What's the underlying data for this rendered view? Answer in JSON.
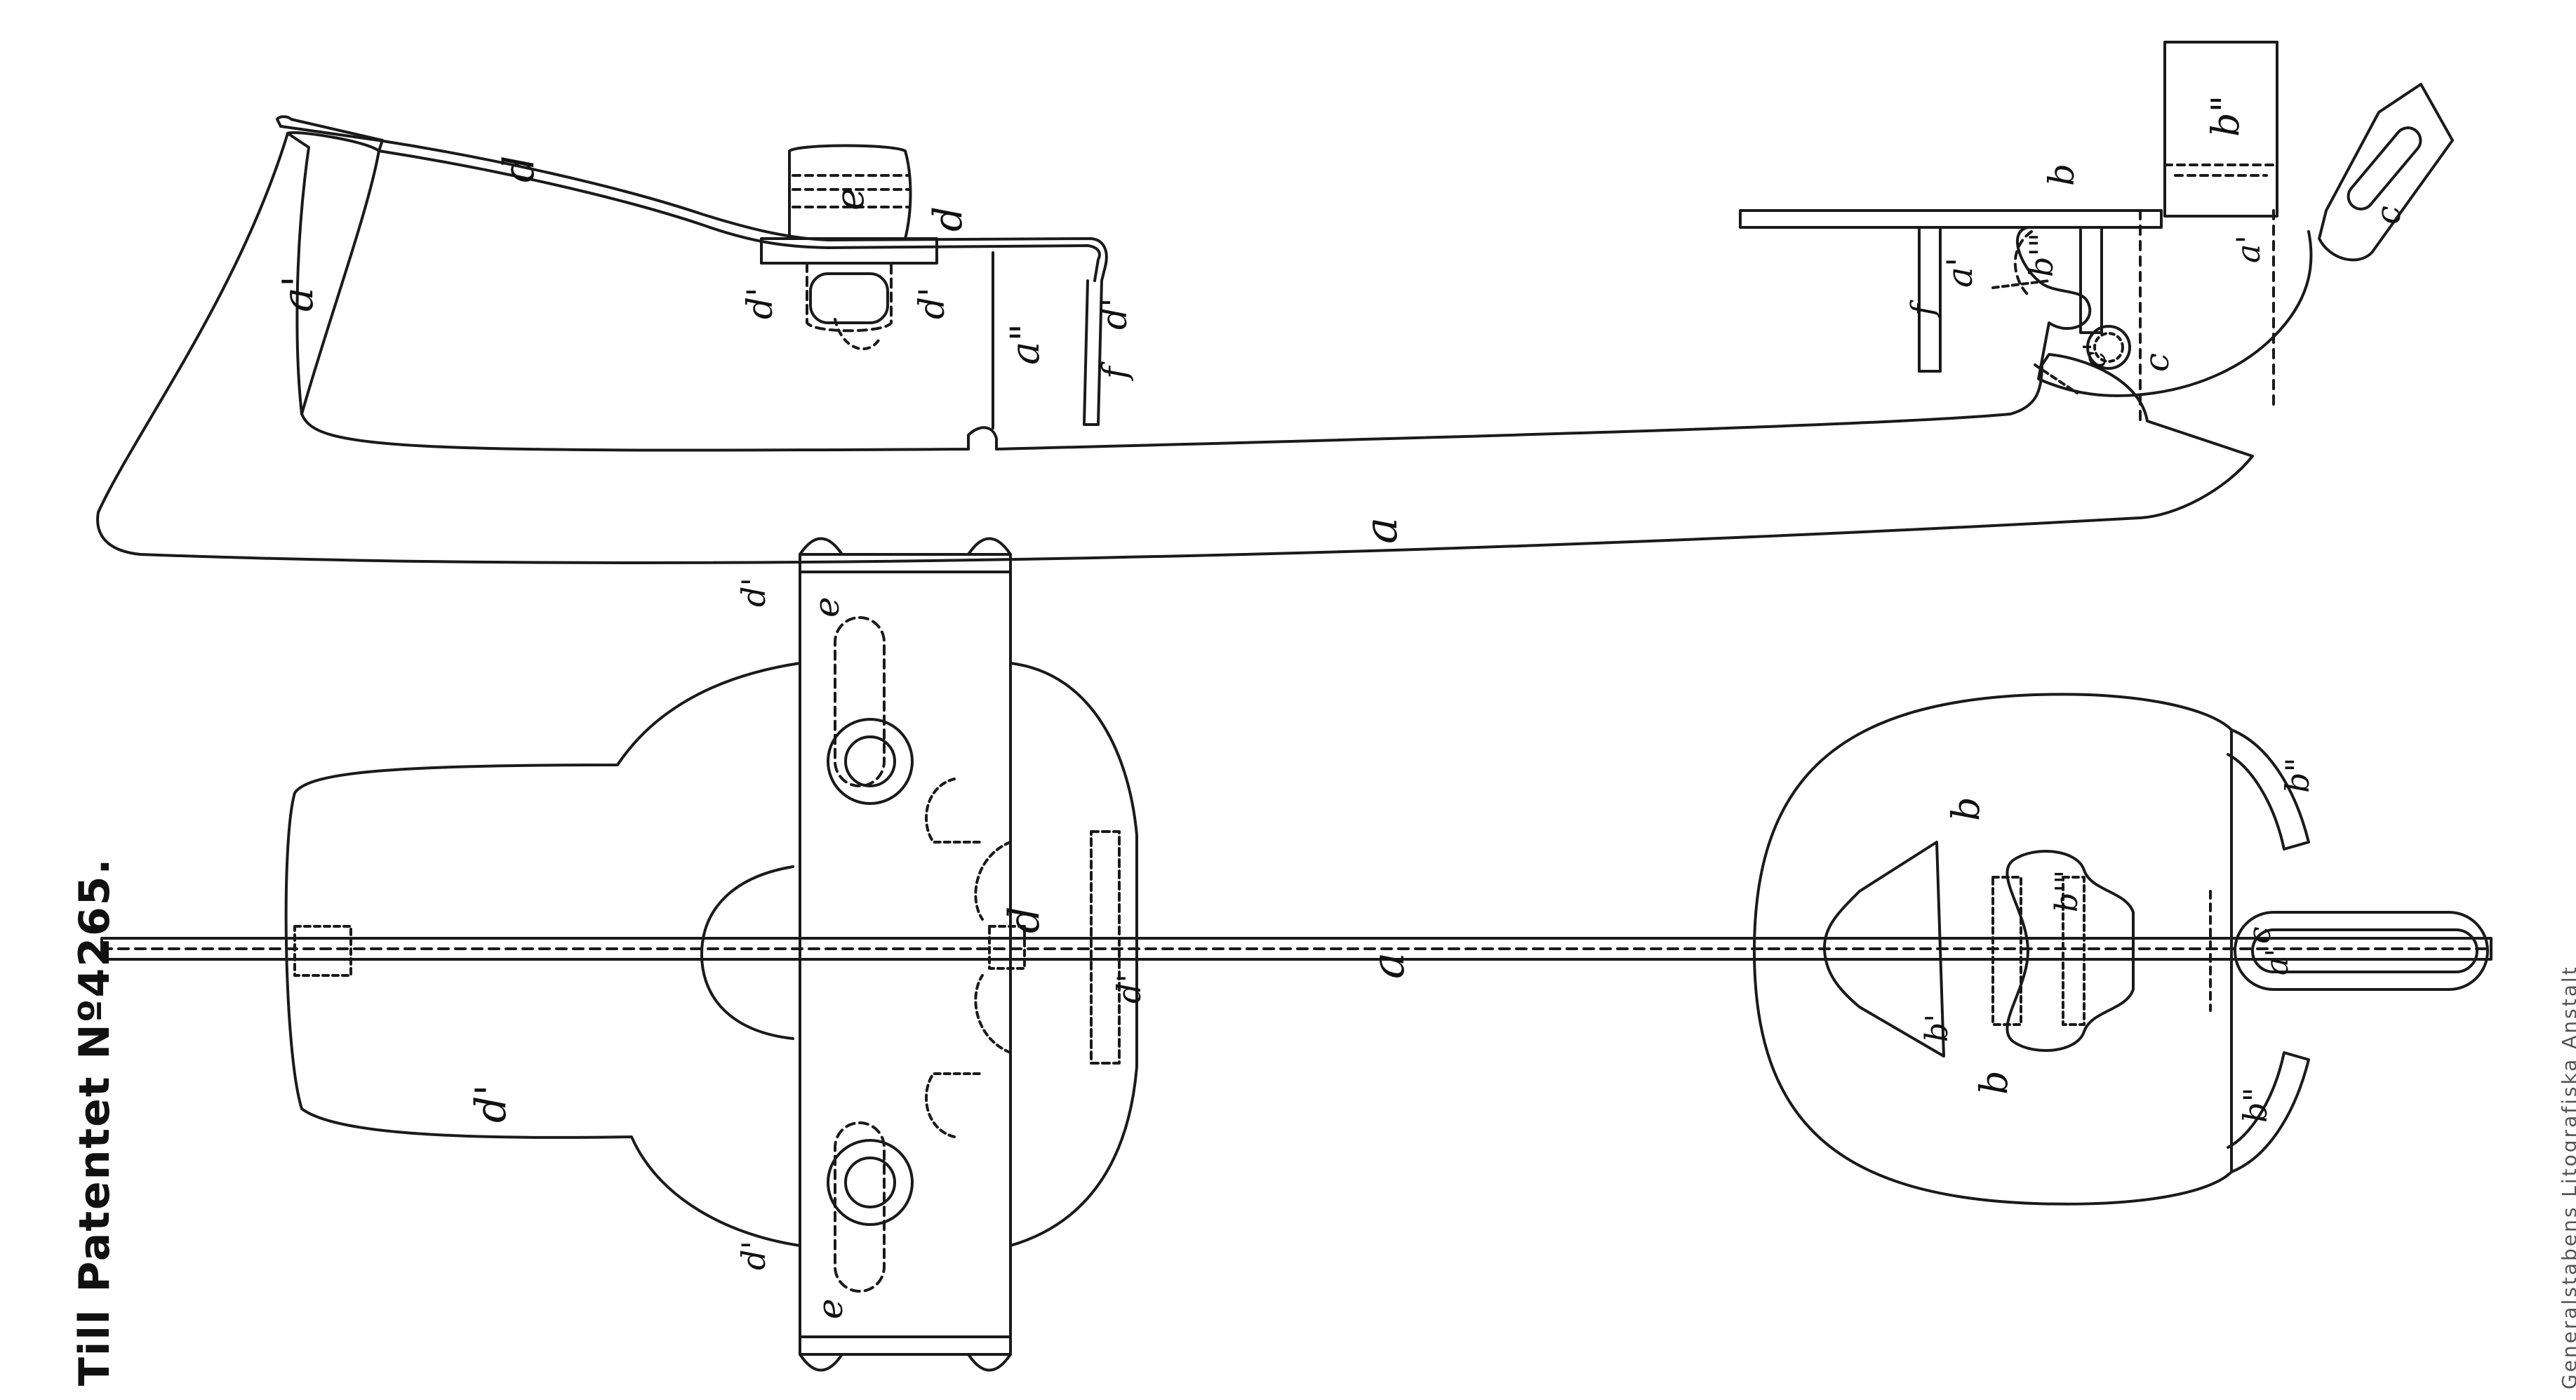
{
  "sheet": {
    "title": "Till Patentet Nº4265.",
    "credit": "Generalstabens Litografiska Anstalt"
  },
  "labels": {
    "a": "a",
    "a1": "a'",
    "a2": "a\"",
    "b": "b",
    "b1": "b'",
    "b2": "b\"",
    "b3": "b'\"",
    "c": "c",
    "c1": "c'",
    "d": "d",
    "d1": "d'",
    "e": "e",
    "f": "f"
  },
  "colors": {
    "ink": "#1a1a1a",
    "paper": "#ffffff"
  }
}
